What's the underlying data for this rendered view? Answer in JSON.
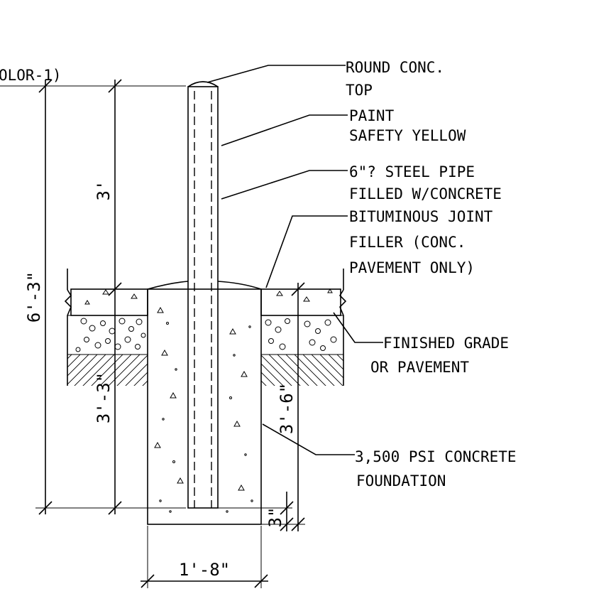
{
  "labels": {
    "top_left_fragment": "OLOR-1)",
    "round_top_1": "ROUND CONC.",
    "round_top_2": "TOP",
    "paint_1": "PAINT",
    "paint_2": "SAFETY YELLOW",
    "pipe_1": "6\"? STEEL PIPE",
    "pipe_2": "FILLED W/CONCRETE",
    "filler_1": "BITUMINOUS JOINT",
    "filler_2": "FILLER (CONC.",
    "filler_3": "PAVEMENT ONLY)",
    "grade_1": "FINISHED GRADE",
    "grade_2": "OR PAVEMENT",
    "foundation_1": "3,500 PSI CONCRETE",
    "foundation_2": "FOUNDATION"
  },
  "dimensions": {
    "overall_height": "6'-3\"",
    "above_grade": "3'",
    "embed_depth": "3'-3\"",
    "foundation_depth": "3'-6\"",
    "bottom_clearance": "3\"",
    "foundation_width": "1'-8\""
  }
}
